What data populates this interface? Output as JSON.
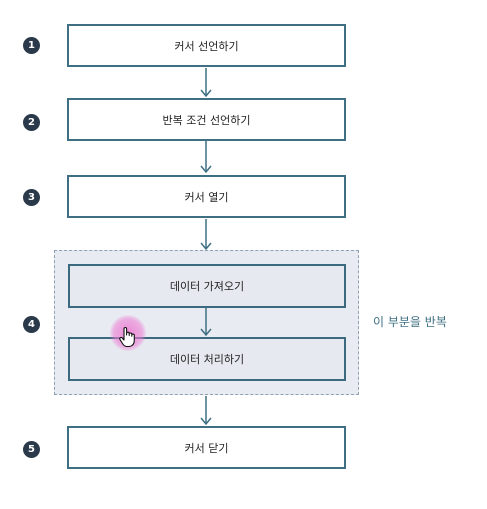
{
  "steps": [
    {
      "number": "1",
      "label": "커서 선언하기"
    },
    {
      "number": "2",
      "label": "반복 조건 선언하기"
    },
    {
      "number": "3",
      "label": "커서 열기"
    },
    {
      "number": "4",
      "label": ""
    },
    {
      "number": "5",
      "label": "커서 닫기"
    }
  ],
  "loop": {
    "label": "이 부분을 반복",
    "steps": [
      {
        "label": "데이터 가져오기"
      },
      {
        "label": "데이터 처리하기"
      }
    ]
  },
  "colors": {
    "box_border": "#3e6f83",
    "loop_fill": "#e9ebf2",
    "number_fill": "#2b3a4a",
    "cursor_highlight": "#ec78d2"
  },
  "icons": {
    "cursor": "hand-pointer-icon"
  }
}
